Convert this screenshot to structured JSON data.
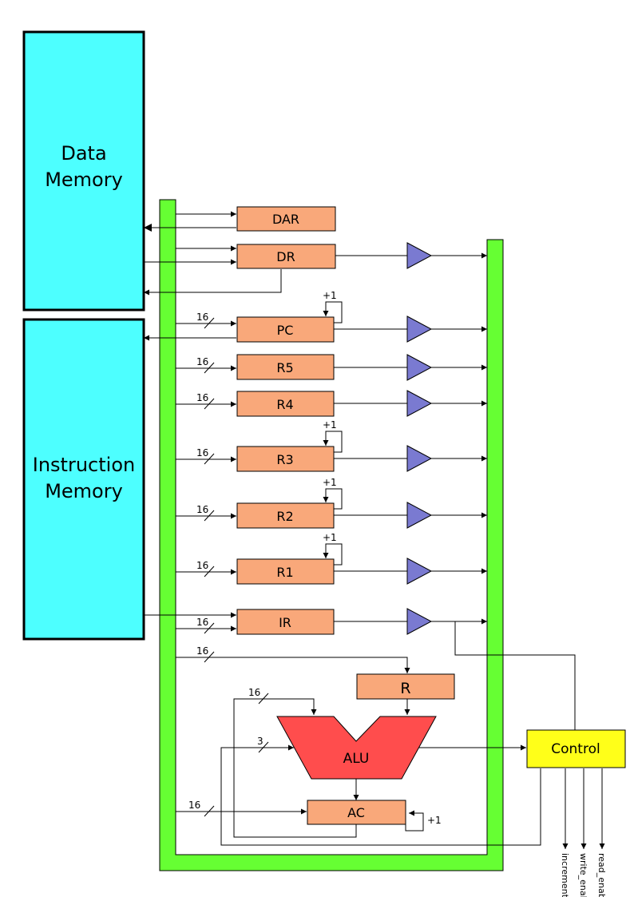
{
  "memories": {
    "data_memory": [
      "Data",
      "Memory"
    ],
    "instruction_memory": [
      "Instruction",
      "Memory"
    ]
  },
  "registers": {
    "dar": "DAR",
    "dr": "DR",
    "pc": "PC",
    "r5": "R5",
    "r4": "R4",
    "r3": "R3",
    "r2": "R2",
    "r1": "R1",
    "ir": "IR",
    "r": "R",
    "ac": "AC"
  },
  "alu_label": "ALU",
  "control_label": "Control",
  "annotations": {
    "increment": "+1",
    "width_16": "16",
    "width_3": "3"
  },
  "control_signals": [
    "increment",
    "write_enable",
    "read_enable"
  ],
  "colors": {
    "memory_fill": "#4dffff",
    "register_fill": "#f9a87a",
    "bus_fill": "#66ff33",
    "buffer_fill": "#7a7ad1",
    "alu_fill": "#ff4d4d",
    "control_fill": "#ffff19"
  }
}
